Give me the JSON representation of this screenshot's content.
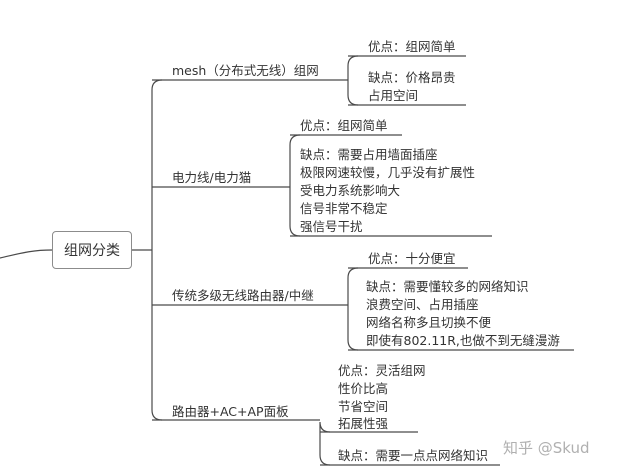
{
  "root": "组网分类",
  "branches": [
    {
      "label": "mesh（分布式无线）组网",
      "pros": [
        "优点：组网简单"
      ],
      "cons": [
        "缺点：价格昂贵",
        "占用空间"
      ]
    },
    {
      "label": "电力线/电力猫",
      "pros": [
        "优点：组网简单"
      ],
      "cons": [
        "缺点：需要占用墙面插座",
        "极限网速较慢，几乎没有扩展性",
        "受电力系统影响大",
        "信号非常不稳定",
        "强信号干扰"
      ]
    },
    {
      "label": "传统多级无线路由器/中继",
      "pros": [
        "优点：十分便宜"
      ],
      "cons": [
        "缺点：需要懂较多的网络知识",
        "浪费空间、占用插座",
        "网络名称多且切换不便",
        "即使有802.11R,也做不到无缝漫游"
      ]
    },
    {
      "label": "路由器+AC+AP面板",
      "pros": [
        "优点：灵活组网",
        "性价比高",
        "节省空间",
        "拓展性强"
      ],
      "cons": [
        "缺点：需要一点点网络知识"
      ]
    }
  ],
  "watermark": "知乎 @Skud",
  "colors": {
    "line": "#4a4a4a",
    "rootBorder": "#8c8c8c",
    "text": "#333333"
  }
}
